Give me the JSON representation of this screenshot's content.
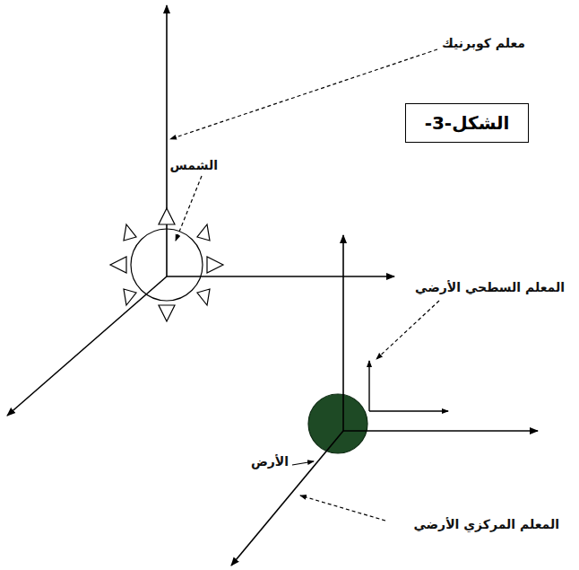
{
  "diagram": {
    "nodes": [
      {
        "text": [
          "الشكل-3-"
        ]
      }
    ],
    "labels": [
      "معلم كوبرنيك",
      "الشمس",
      "المعلم السطحي الأرضي",
      "الأرض",
      "المعلم المركزي الأرضي"
    ]
  }
}
